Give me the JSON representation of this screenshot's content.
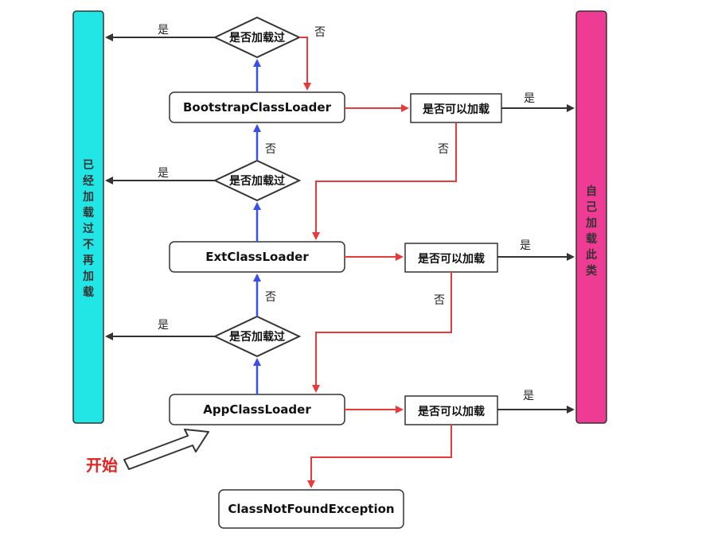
{
  "left_bar": {
    "label": [
      "已",
      "经",
      "加",
      "载",
      "过",
      "不",
      "再",
      "加",
      "载"
    ],
    "color": "#22e6e6"
  },
  "right_bar": {
    "label": [
      "自",
      "己",
      "加",
      "载",
      "此",
      "类"
    ],
    "color": "#ee3b93"
  },
  "loaders": {
    "bootstrap": "BootstrapClassLoader",
    "ext": "ExtClassLoader",
    "app": "AppClassLoader"
  },
  "exception": "ClassNotFoundException",
  "checks": {
    "loaded": "是否加载过",
    "can_load": "是否可以加载"
  },
  "edge_labels": {
    "yes": "是",
    "no": "否"
  },
  "start_label": "开始",
  "colors": {
    "blue_arrow": "#3a4ee8",
    "red_arrow": "#e8393b",
    "black_arrow": "#333333"
  }
}
